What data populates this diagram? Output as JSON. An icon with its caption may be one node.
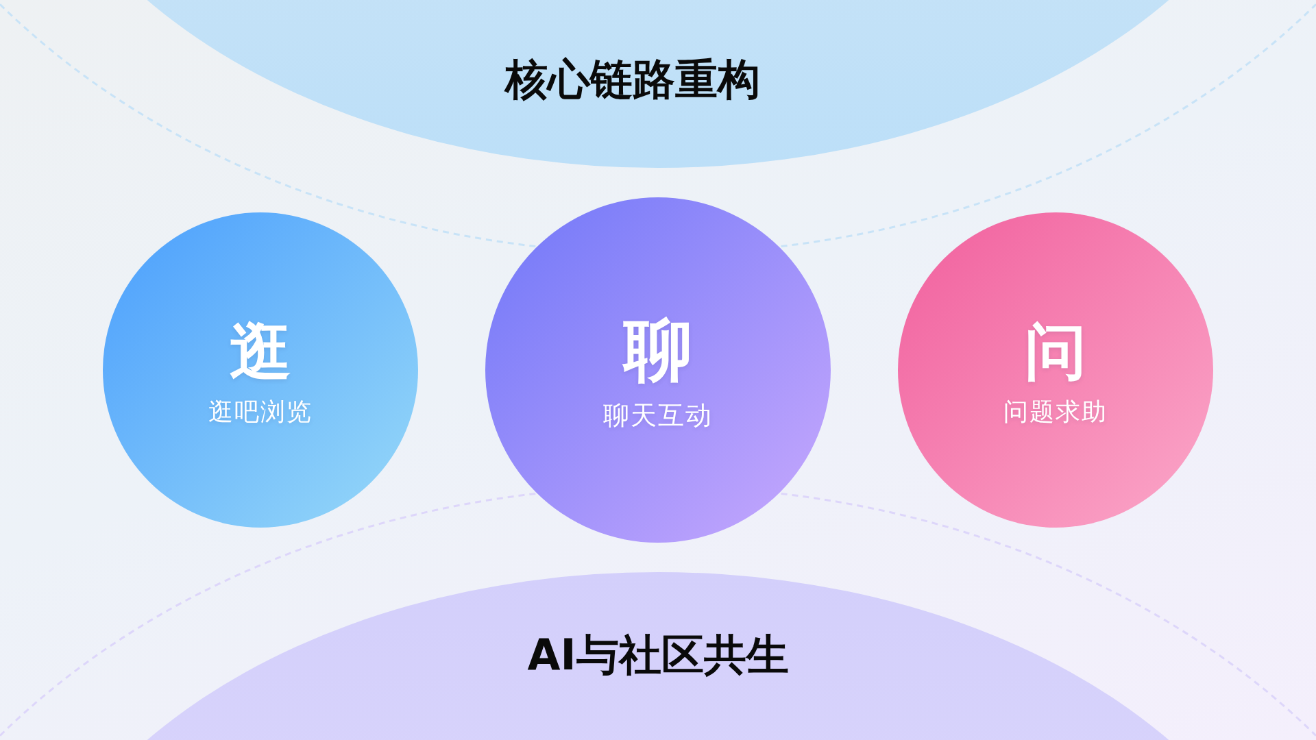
{
  "diagram": {
    "nodes": [
      {
        "text": [
          "核心链路重构"
        ]
      },
      {
        "text": [
          "逛",
          "逛吧浏览"
        ]
      },
      {
        "text": [
          "聊",
          "聊天互动"
        ]
      },
      {
        "text": [
          "问",
          "问题求助"
        ]
      },
      {
        "text": [
          "AI与社区共生"
        ]
      }
    ]
  }
}
